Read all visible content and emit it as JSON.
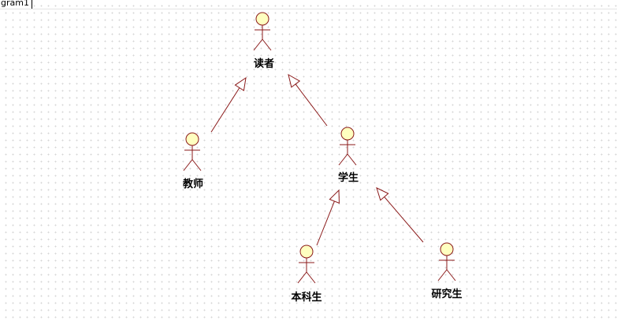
{
  "diagram": {
    "tab_title": "gram1",
    "actors": [
      {
        "id": "reader",
        "label": "读者"
      },
      {
        "id": "teacher",
        "label": "教师"
      },
      {
        "id": "student",
        "label": "学生"
      },
      {
        "id": "undergrad",
        "label": "本科生"
      },
      {
        "id": "graduate",
        "label": "研究生"
      }
    ],
    "generalizations": [
      {
        "from": "teacher",
        "to": "reader"
      },
      {
        "from": "student",
        "to": "reader"
      },
      {
        "from": "undergrad",
        "to": "student"
      },
      {
        "from": "graduate",
        "to": "student"
      }
    ],
    "colors": {
      "line": "#8b1a1a",
      "actor_head_fill": "#ffffc0",
      "text": "#000000",
      "grid_dot": "#d6d6d6"
    }
  }
}
